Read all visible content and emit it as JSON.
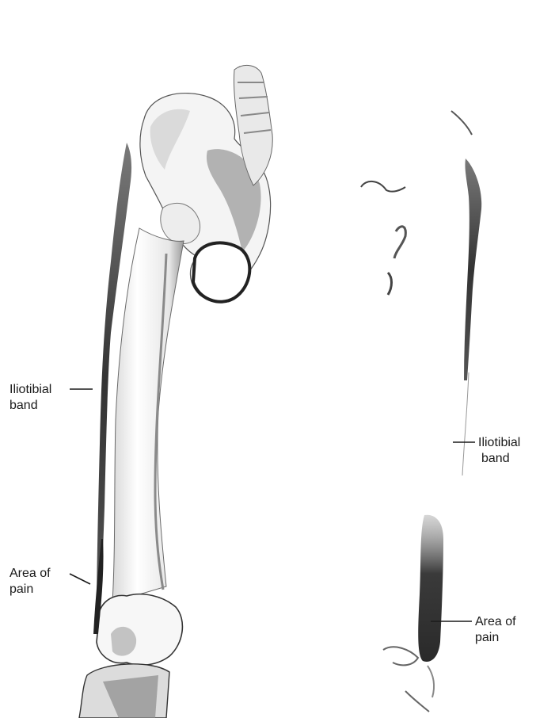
{
  "labels": {
    "left_itb": [
      "Iliotibial",
      "band"
    ],
    "left_pain": [
      "Area of",
      "pain"
    ],
    "right_itb": [
      "Iliotibial",
      "band"
    ],
    "right_pain": [
      "Area of",
      "pain"
    ]
  },
  "colors": {
    "ink": "#1a1a1a",
    "bone_shade": "#6e6e6e",
    "band_dark": "#3a3a3a",
    "paper": "#ffffff"
  }
}
